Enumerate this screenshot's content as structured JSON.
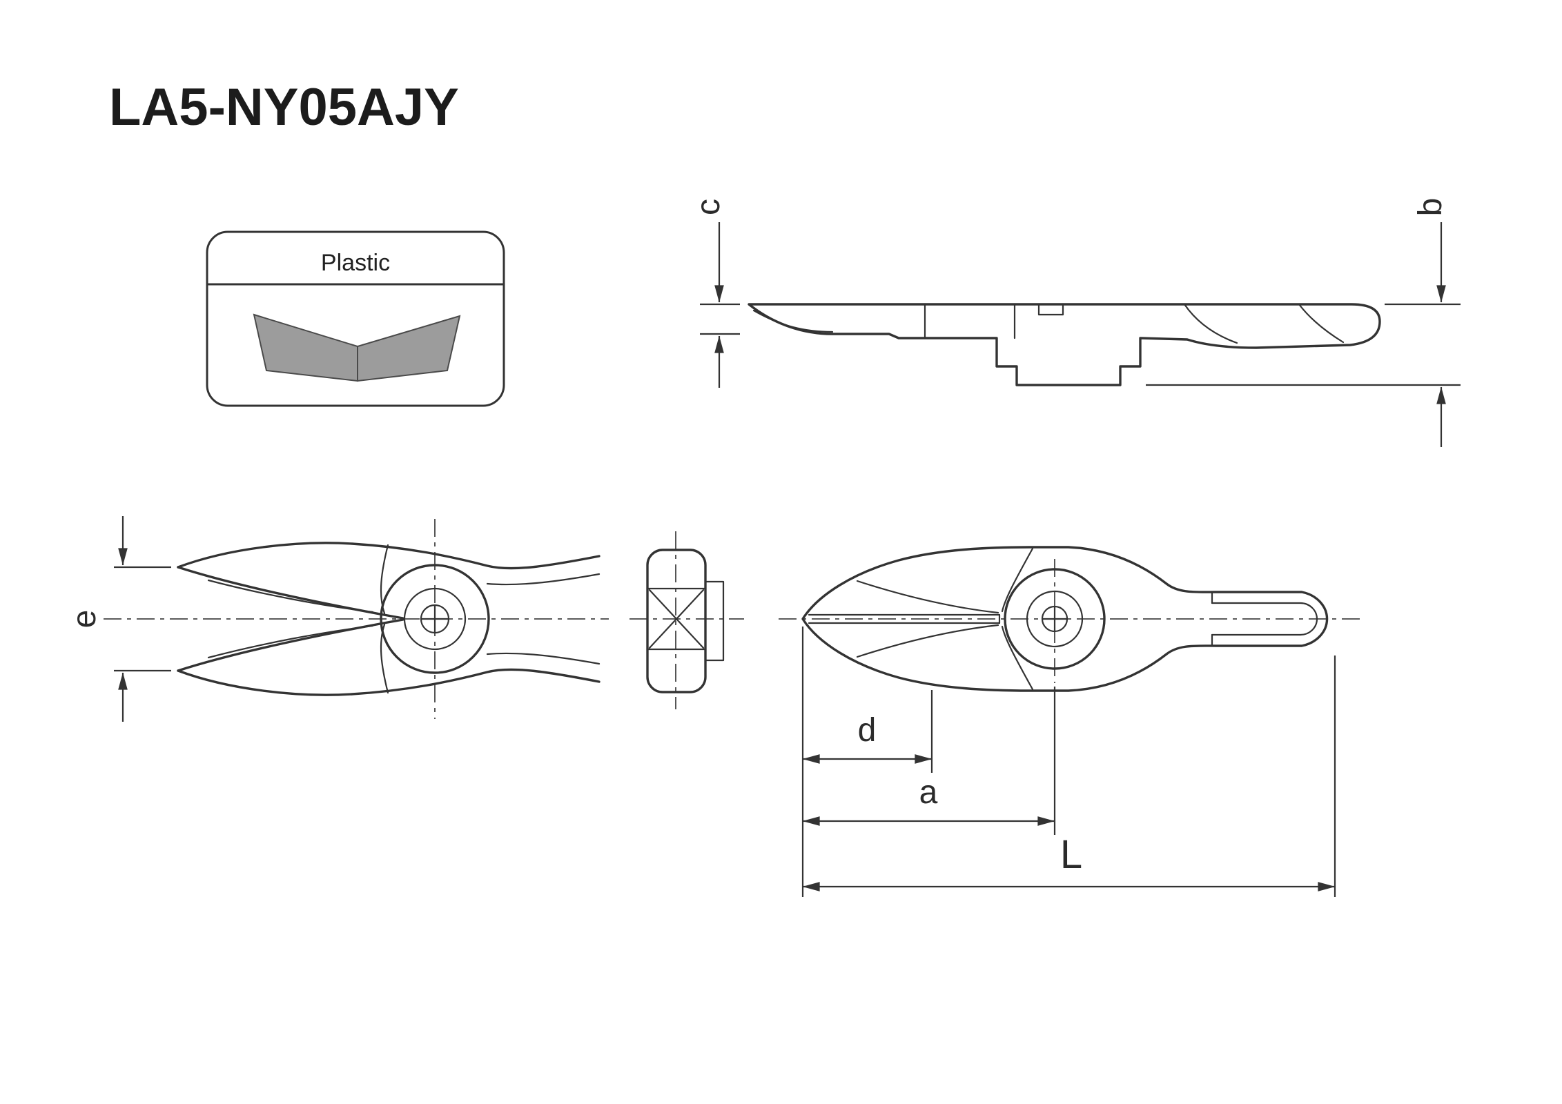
{
  "title": "LA5-NY05AJY",
  "material_badge": {
    "label": "Plastic"
  },
  "dimension_labels": {
    "c": "c",
    "b": "b",
    "e": "e",
    "d": "d",
    "a": "a",
    "L": "L"
  },
  "colors": {
    "line": "#333333",
    "blade_fill": "#9c9c9c",
    "background": "#ffffff"
  }
}
